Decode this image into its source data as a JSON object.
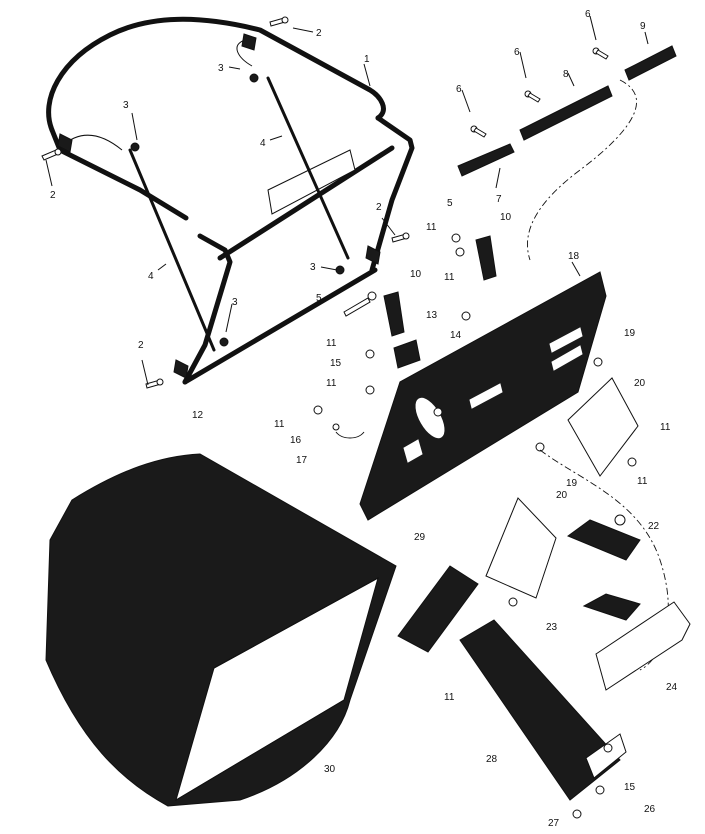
{
  "figure": {
    "type": "exploded-parts-diagram",
    "callouts": [
      {
        "id": "c1",
        "label": "1"
      },
      {
        "id": "c2a",
        "label": "2"
      },
      {
        "id": "c2b",
        "label": "2"
      },
      {
        "id": "c2c",
        "label": "2"
      },
      {
        "id": "c2d",
        "label": "2"
      },
      {
        "id": "c3a",
        "label": "3"
      },
      {
        "id": "c3b",
        "label": "3"
      },
      {
        "id": "c3c",
        "label": "3"
      },
      {
        "id": "c3d",
        "label": "3"
      },
      {
        "id": "c4a",
        "label": "4"
      },
      {
        "id": "c4b",
        "label": "4"
      },
      {
        "id": "c5a",
        "label": "5"
      },
      {
        "id": "c5b",
        "label": "5"
      },
      {
        "id": "c6a",
        "label": "6"
      },
      {
        "id": "c6b",
        "label": "6"
      },
      {
        "id": "c6c",
        "label": "6"
      },
      {
        "id": "c7",
        "label": "7"
      },
      {
        "id": "c8",
        "label": "8"
      },
      {
        "id": "c9",
        "label": "9"
      },
      {
        "id": "c10a",
        "label": "10"
      },
      {
        "id": "c10b",
        "label": "10"
      },
      {
        "id": "c11a",
        "label": "11"
      },
      {
        "id": "c11b",
        "label": "11"
      },
      {
        "id": "c11c",
        "label": "11"
      },
      {
        "id": "c11d",
        "label": "11"
      },
      {
        "id": "c11e",
        "label": "11"
      },
      {
        "id": "c11f",
        "label": "11"
      },
      {
        "id": "c11g",
        "label": "11"
      },
      {
        "id": "c11h",
        "label": "11"
      },
      {
        "id": "c12",
        "label": "12"
      },
      {
        "id": "c13",
        "label": "13"
      },
      {
        "id": "c14",
        "label": "14"
      },
      {
        "id": "c15a",
        "label": "15"
      },
      {
        "id": "c15b",
        "label": "15"
      },
      {
        "id": "c16",
        "label": "16"
      },
      {
        "id": "c17",
        "label": "17"
      },
      {
        "id": "c18",
        "label": "18"
      },
      {
        "id": "c19a",
        "label": "19"
      },
      {
        "id": "c19b",
        "label": "19"
      },
      {
        "id": "c20a",
        "label": "20"
      },
      {
        "id": "c20b",
        "label": "20"
      },
      {
        "id": "c22",
        "label": "22"
      },
      {
        "id": "c23",
        "label": "23"
      },
      {
        "id": "c24",
        "label": "24"
      },
      {
        "id": "c26",
        "label": "26"
      },
      {
        "id": "c27",
        "label": "27"
      },
      {
        "id": "c28",
        "label": "28"
      },
      {
        "id": "c29",
        "label": "29"
      },
      {
        "id": "c30",
        "label": "30"
      }
    ]
  }
}
